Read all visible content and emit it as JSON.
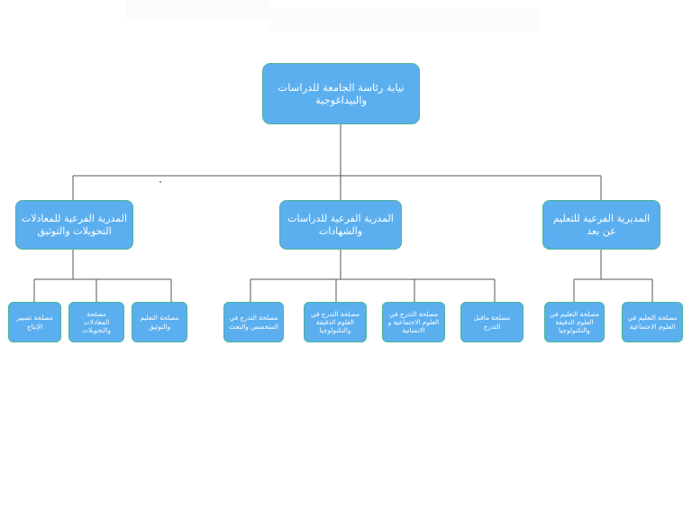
{
  "diagram": {
    "type": "organizational-chart",
    "direction": "rtl",
    "language": "ar",
    "colors": {
      "node_fill": "#5BAFEF",
      "node_border": "#4BB39A",
      "node_text": "#FFFFFF",
      "connector": "#555555",
      "background": "#FFFFFF"
    },
    "root": {
      "label": "نيابة رئاسة الجامعة للدراسات والبيداغوجية"
    },
    "branches": [
      {
        "id": "equivalences",
        "label": "المدرية الفرعية للمعادلات التحويلات والتوثيق",
        "children": [
          {
            "id": "production-management",
            "label": "مصلحة تسيير الإنتاج"
          },
          {
            "id": "equivalences-transfers",
            "label": "مصلحة المعادلات والتحويلات"
          },
          {
            "id": "teaching-documentation",
            "label": "مصلحة التعليم والتوثيق"
          }
        ]
      },
      {
        "id": "studies-certificates",
        "label": "المدرية الفرعية للدراسات والشهادات",
        "children": [
          {
            "id": "graduation-specialized-research",
            "label": "مصلحة التدرج في المتخصص والبحث"
          },
          {
            "id": "graduation-exact-sciences",
            "label": "مصلحة التدرج في العلوم الدقيقة والتكنولوجيا"
          },
          {
            "id": "graduation-social-sciences",
            "label": "مصلحة التدرج في العلوم الاجتماعية و الانسانية"
          },
          {
            "id": "pre-graduation",
            "label": "مصلحة ماقبل التدرج"
          }
        ]
      },
      {
        "id": "distance-learning",
        "label": "المديرية الفرعية للتعليم عن بعد",
        "children": [
          {
            "id": "teaching-exact-sciences",
            "label": "مصلحة التعليم في العلوم الدقيقة والتكنولوجيا"
          },
          {
            "id": "teaching-social-sciences",
            "label": "مصلحة التعليم في العلوم الاجتماعية"
          }
        ]
      }
    ]
  }
}
